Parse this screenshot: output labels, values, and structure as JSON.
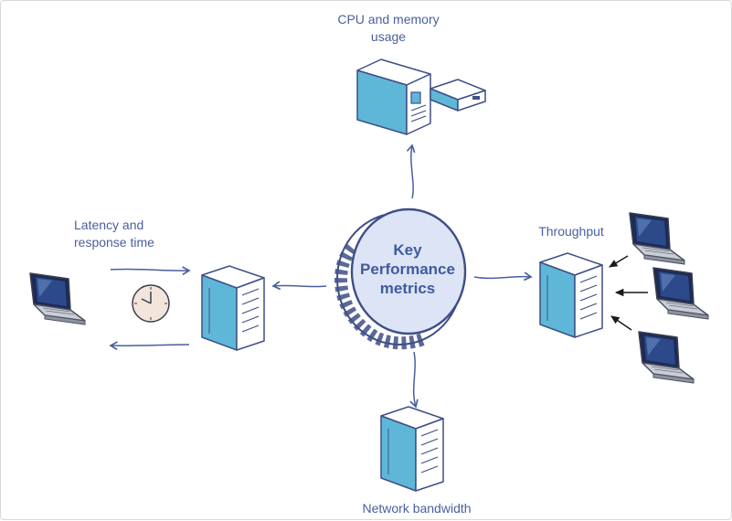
{
  "center": {
    "lines": [
      "Key",
      "Performance",
      "metrics"
    ]
  },
  "labels": {
    "cpu": [
      "CPU and memory",
      "usage"
    ],
    "latency": [
      "Latency and",
      "response time"
    ],
    "throughput": "Throughput",
    "network": "Network bandwidth"
  },
  "colors": {
    "outline": "#3f4f86",
    "server_blue": "#5fb7d8",
    "server_body": "#ffffff",
    "disc_fill": "#dde4f5",
    "label": "#4a5f9e",
    "arrow": "#4a5f9e"
  },
  "icons": [
    "server-tower-icon",
    "desktop-unit-icon",
    "rack-server-icon",
    "laptop-icon",
    "clock-icon"
  ]
}
